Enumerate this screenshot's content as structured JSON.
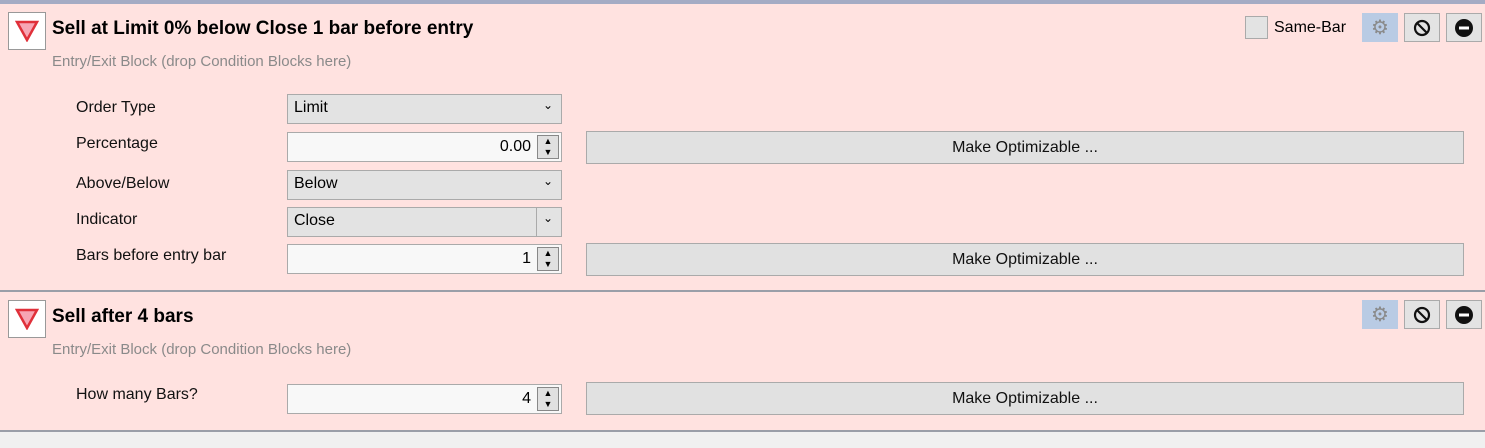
{
  "blocks": [
    {
      "title": "Sell at Limit 0% below Close 1 bar before entry",
      "subtitle": "Entry/Exit Block (drop Condition Blocks here)",
      "same_bar_label": "Same-Bar",
      "fields": {
        "order_type": {
          "label": "Order Type",
          "value": "Limit"
        },
        "percentage": {
          "label": "Percentage",
          "value": "0.00"
        },
        "above_below": {
          "label": "Above/Below",
          "value": "Below"
        },
        "indicator": {
          "label": "Indicator",
          "value": "Close"
        },
        "bars_before": {
          "label": "Bars before entry bar",
          "value": "1"
        }
      },
      "optimize_label": "Make Optimizable ..."
    },
    {
      "title": "Sell after 4 bars",
      "subtitle": "Entry/Exit Block (drop Condition Blocks here)",
      "fields": {
        "how_many": {
          "label": "How many Bars?",
          "value": "4"
        }
      },
      "optimize_label": "Make Optimizable ..."
    }
  ],
  "icons": {
    "block": "sell-triangle-icon",
    "gear": "gear-icon",
    "disable": "block-icon",
    "remove": "minus-circle-icon"
  }
}
